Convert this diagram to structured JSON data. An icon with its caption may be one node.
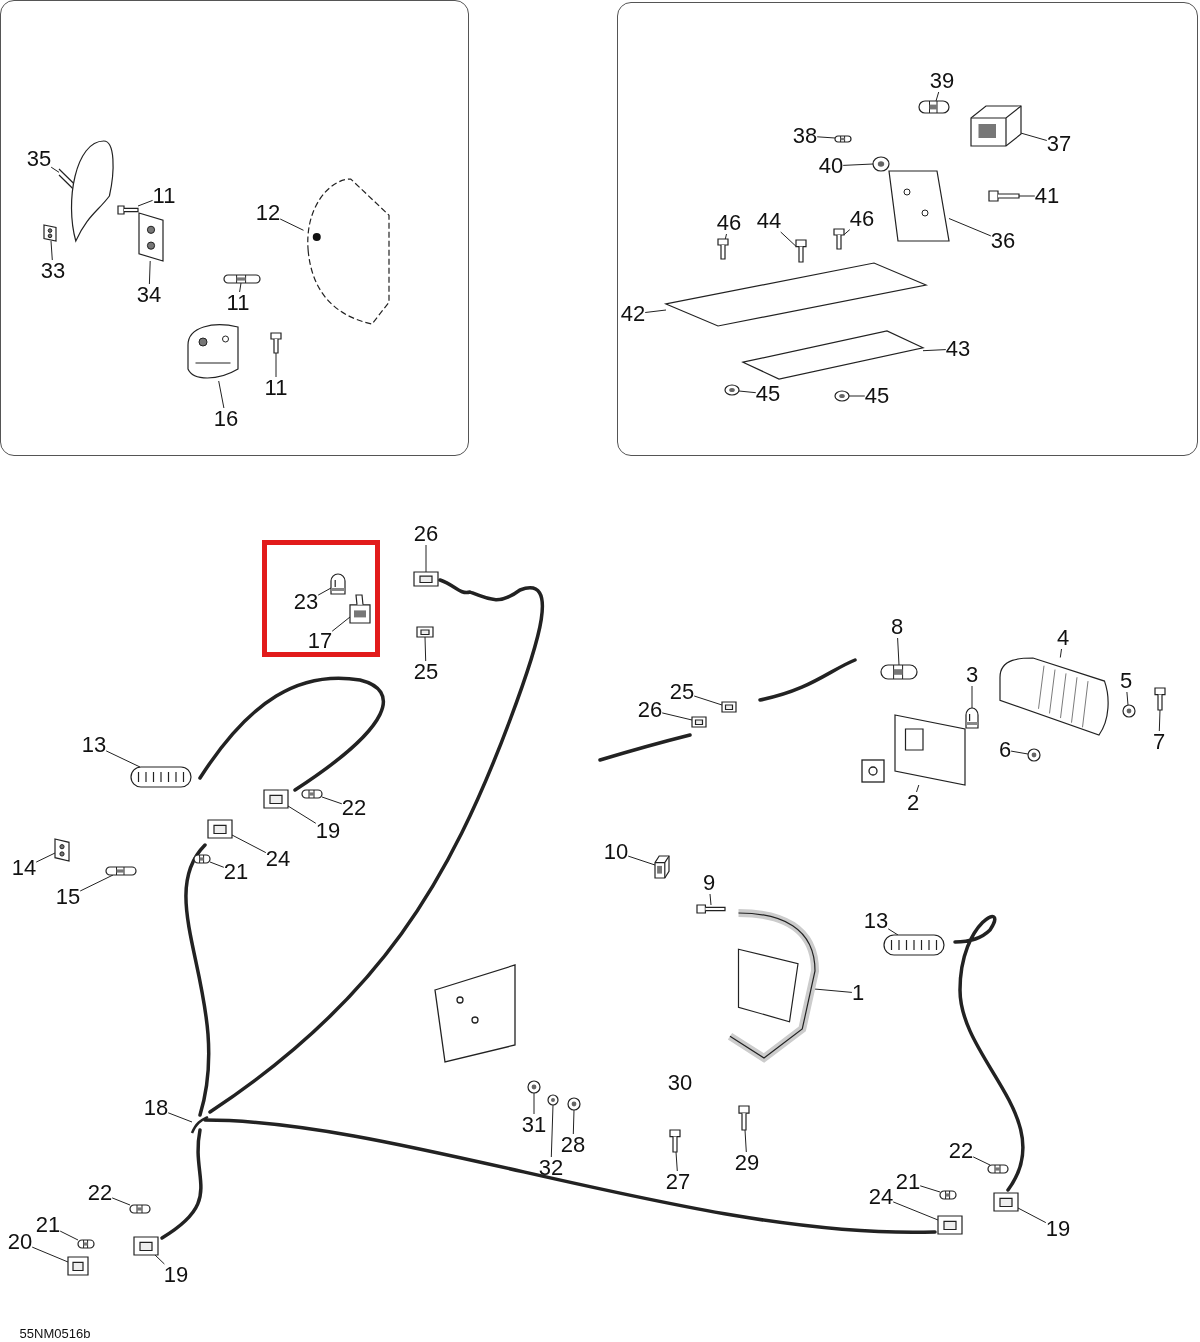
{
  "diagram": {
    "nodes": [
      {
        "text": [],
        "shape": "box"
      },
      {
        "text": [
          "35"
        ],
        "in": 0
      },
      {
        "text": [
          "11"
        ],
        "in": 0
      },
      {
        "text": [
          "12"
        ],
        "in": 0
      },
      {
        "text": [
          "33"
        ],
        "in": 0
      },
      {
        "text": [
          "34"
        ],
        "in": 0
      },
      {
        "text": [
          "11"
        ],
        "in": 0
      },
      {
        "text": [
          "11"
        ],
        "in": 0
      },
      {
        "text": [
          "16"
        ],
        "in": 0
      },
      {
        "text": [],
        "shape": "box"
      },
      {
        "text": [
          "39"
        ],
        "in": 9
      },
      {
        "text": [
          "38"
        ],
        "in": 9
      },
      {
        "text": [
          "37"
        ],
        "in": 9
      },
      {
        "text": [
          "40"
        ],
        "in": 9
      },
      {
        "text": [
          "41"
        ],
        "in": 9
      },
      {
        "text": [
          "36"
        ],
        "in": 9
      },
      {
        "text": [
          "46"
        ],
        "in": 9
      },
      {
        "text": [
          "44"
        ],
        "in": 9
      },
      {
        "text": [
          "46"
        ],
        "in": 9
      },
      {
        "text": [
          "42"
        ],
        "in": 9
      },
      {
        "text": [
          "43"
        ],
        "in": 9
      },
      {
        "text": [
          "45"
        ],
        "in": 9
      },
      {
        "text": [
          "45"
        ],
        "in": 9
      },
      {
        "text": [],
        "shape": "box"
      },
      {
        "text": [
          "23"
        ],
        "in": 23
      },
      {
        "text": [
          "17"
        ],
        "in": 23
      },
      {
        "text": [
          "26"
        ]
      },
      {
        "text": [
          "25"
        ]
      },
      {
        "text": [
          "8"
        ]
      },
      {
        "text": [
          "4"
        ]
      },
      {
        "text": [
          "25"
        ]
      },
      {
        "text": [
          "26"
        ]
      },
      {
        "text": [
          "3"
        ]
      },
      {
        "text": [
          "5"
        ]
      },
      {
        "text": [
          "6"
        ]
      },
      {
        "text": [
          "7"
        ]
      },
      {
        "text": [
          "2"
        ]
      },
      {
        "text": [
          "13"
        ]
      },
      {
        "text": [
          "22"
        ]
      },
      {
        "text": [
          "19"
        ]
      },
      {
        "text": [
          "24"
        ]
      },
      {
        "text": [
          "14"
        ]
      },
      {
        "text": [
          "21"
        ]
      },
      {
        "text": [
          "15"
        ]
      },
      {
        "text": [
          "10"
        ]
      },
      {
        "text": [
          "9"
        ]
      },
      {
        "text": [
          "13"
        ]
      },
      {
        "text": [
          "1"
        ]
      },
      {
        "text": [
          "18"
        ]
      },
      {
        "text": [
          "31"
        ]
      },
      {
        "text": [
          "32"
        ]
      },
      {
        "text": [
          "28"
        ]
      },
      {
        "text": [
          "27"
        ]
      },
      {
        "text": [
          "29"
        ]
      },
      {
        "text": [
          "22"
        ]
      },
      {
        "text": [
          "21"
        ]
      },
      {
        "text": [
          "24"
        ]
      },
      {
        "text": [
          "19"
        ]
      },
      {
        "text": [
          "22"
        ]
      },
      {
        "text": [
          "21"
        ]
      },
      {
        "text": [
          "20"
        ]
      },
      {
        "text": [
          "19"
        ]
      },
      {
        "text": [],
        "shape": "picture",
        "in": 0
      },
      {
        "text": [],
        "shape": "picture",
        "in": 0
      },
      {
        "text": [],
        "shape": "picture",
        "in": 0
      },
      {
        "text": [],
        "shape": "picture",
        "in": 0
      },
      {
        "text": [],
        "shape": "picture",
        "in": 0
      },
      {
        "text": [],
        "shape": "picture",
        "in": 0
      },
      {
        "text": [],
        "shape": "picture",
        "in": 0
      },
      {
        "text": [],
        "shape": "picture",
        "in": 0
      },
      {
        "text": [],
        "shape": "picture",
        "in": 9
      },
      {
        "text": [],
        "shape": "picture",
        "in": 9
      },
      {
        "text": [],
        "shape": "picture",
        "in": 9
      },
      {
        "text": [],
        "shape": "picture",
        "in": 9
      },
      {
        "text": [],
        "shape": "picture",
        "in": 9
      },
      {
        "text": [],
        "shape": "picture",
        "in": 9
      },
      {
        "text": [],
        "shape": "picture",
        "in": 9
      },
      {
        "text": [],
        "shape": "picture",
        "in": 9
      },
      {
        "text": [],
        "shape": "picture",
        "in": 9
      },
      {
        "text": [],
        "shape": "picture",
        "in": 9
      },
      {
        "text": [],
        "shape": "picture",
        "in": 9
      },
      {
        "text": [],
        "shape": "picture",
        "in": 9
      },
      {
        "text": [],
        "shape": "picture",
        "in": 9
      },
      {
        "text": [],
        "shape": "picture",
        "in": 23
      },
      {
        "text": [],
        "shape": "picture",
        "in": 23
      },
      {
        "text": [],
        "shape": "picture"
      },
      {
        "text": [],
        "shape": "picture"
      },
      {
        "text": [],
        "shape": "picture"
      },
      {
        "text": [],
        "shape": "picture"
      },
      {
        "text": [],
        "shape": "picture"
      },
      {
        "text": [],
        "shape": "picture"
      },
      {
        "text": [],
        "shape": "picture"
      },
      {
        "text": [],
        "shape": "picture"
      },
      {
        "text": [],
        "shape": "picture"
      },
      {
        "text": [],
        "shape": "picture"
      },
      {
        "text": [],
        "shape": "picture"
      },
      {
        "text": [],
        "shape": "picture"
      },
      {
        "text": [],
        "shape": "picture"
      },
      {
        "text": [],
        "shape": "picture"
      },
      {
        "text": [],
        "shape": "picture"
      },
      {
        "text": [],
        "shape": "picture"
      },
      {
        "text": [],
        "shape": "picture"
      },
      {
        "text": [],
        "shape": "picture"
      },
      {
        "text": [],
        "shape": "picture"
      },
      {
        "text": [],
        "shape": "picture"
      },
      {
        "text": [],
        "shape": "picture"
      },
      {
        "text": [],
        "shape": "picture"
      },
      {
        "text": [],
        "shape": "picture"
      },
      {
        "text": [],
        "shape": "picture"
      },
      {
        "text": [],
        "shape": "picture"
      },
      {
        "text": [],
        "shape": "picture"
      },
      {
        "text": [],
        "shape": "picture"
      },
      {
        "text": [],
        "shape": "picture"
      },
      {
        "text": [],
        "shape": "picture"
      },
      {
        "text": [],
        "shape": "picture"
      },
      {
        "text": [],
        "shape": "picture"
      },
      {
        "text": [],
        "shape": "picture"
      },
      {
        "text": [],
        "shape": "picture"
      },
      {
        "text": [],
        "shape": "picture"
      },
      {
        "text": [],
        "shape": "picture"
      },
      {
        "text": [],
        "shape": "picture"
      }
    ],
    "edges": [
      {
        "from": 1,
        "to": 62,
        "arrow": "none"
      },
      {
        "from": 2,
        "to": 63,
        "arrow": "none"
      },
      {
        "from": 3,
        "to": 64,
        "arrow": "none"
      },
      {
        "from": 4,
        "to": 65,
        "arrow": "none"
      },
      {
        "from": 5,
        "to": 66,
        "arrow": "none"
      },
      {
        "from": 6,
        "to": 67,
        "arrow": "none"
      },
      {
        "from": 7,
        "to": 68,
        "arrow": "none"
      },
      {
        "from": 8,
        "to": 69,
        "arrow": "none"
      },
      {
        "from": 10,
        "to": 70,
        "arrow": "none"
      },
      {
        "from": 11,
        "to": 71,
        "arrow": "none"
      },
      {
        "from": 12,
        "to": 72,
        "arrow": "none"
      },
      {
        "from": 13,
        "to": 73,
        "arrow": "none"
      },
      {
        "from": 14,
        "to": 74,
        "arrow": "none"
      },
      {
        "from": 15,
        "to": 75,
        "arrow": "none"
      },
      {
        "from": 16,
        "to": 76,
        "arrow": "none"
      },
      {
        "from": 17,
        "to": 77,
        "arrow": "none"
      },
      {
        "from": 18,
        "to": 78,
        "arrow": "none"
      },
      {
        "from": 19,
        "to": 79,
        "arrow": "none"
      },
      {
        "from": 20,
        "to": 80,
        "arrow": "none"
      },
      {
        "from": 21,
        "to": 81,
        "arrow": "none"
      },
      {
        "from": 22,
        "to": 82,
        "arrow": "none"
      },
      {
        "from": 24,
        "to": 83,
        "arrow": "none"
      },
      {
        "from": 25,
        "to": 84,
        "arrow": "none"
      },
      {
        "from": 26,
        "to": 85,
        "arrow": "none"
      },
      {
        "from": 27,
        "to": 86,
        "arrow": "none"
      },
      {
        "from": 28,
        "to": 87,
        "arrow": "none"
      },
      {
        "from": 29,
        "to": 88,
        "arrow": "none"
      },
      {
        "from": 30,
        "to": 89,
        "arrow": "none"
      },
      {
        "from": 31,
        "to": 90,
        "arrow": "none"
      },
      {
        "from": 32,
        "to": 91,
        "arrow": "none"
      },
      {
        "from": 33,
        "to": 92,
        "arrow": "none"
      },
      {
        "from": 34,
        "to": 93,
        "arrow": "none"
      },
      {
        "from": 35,
        "to": 94,
        "arrow": "none"
      },
      {
        "from": 36,
        "to": 95,
        "arrow": "none"
      },
      {
        "from": 37,
        "to": 96,
        "arrow": "none"
      },
      {
        "from": 38,
        "to": 97,
        "arrow": "none"
      },
      {
        "from": 39,
        "to": 98,
        "arrow": "none"
      },
      {
        "from": 40,
        "to": 99,
        "arrow": "none"
      },
      {
        "from": 41,
        "to": 100,
        "arrow": "none"
      },
      {
        "from": 42,
        "to": 101,
        "arrow": "none"
      },
      {
        "from": 43,
        "to": 102,
        "arrow": "none"
      },
      {
        "from": 44,
        "to": 103,
        "arrow": "none"
      },
      {
        "from": 45,
        "to": 104,
        "arrow": "none"
      },
      {
        "from": 46,
        "to": 105,
        "arrow": "none"
      },
      {
        "from": 47,
        "to": 106,
        "arrow": "none"
      },
      {
        "from": 48,
        "to": 107,
        "arrow": "none"
      },
      {
        "from": 49,
        "to": 108,
        "arrow": "none"
      },
      {
        "from": 50,
        "to": 109,
        "arrow": "none"
      },
      {
        "from": 51,
        "to": 110,
        "arrow": "none"
      },
      {
        "from": 52,
        "to": 111,
        "arrow": "none"
      },
      {
        "from": 53,
        "to": 112,
        "arrow": "none"
      },
      {
        "from": 54,
        "to": 113,
        "arrow": "none"
      },
      {
        "from": 55,
        "to": 114,
        "arrow": "none"
      },
      {
        "from": 56,
        "to": 115,
        "arrow": "none"
      },
      {
        "from": 57,
        "to": 116,
        "arrow": "none"
      },
      {
        "from": 58,
        "to": 117,
        "arrow": "none"
      },
      {
        "from": 59,
        "to": 118,
        "arrow": "none"
      },
      {
        "from": 60,
        "to": 119,
        "arrow": "none"
      },
      {
        "from": 61,
        "to": 120,
        "arrow": "none"
      }
    ],
    "labels": [
      "30",
      "55NM0516b"
    ]
  }
}
